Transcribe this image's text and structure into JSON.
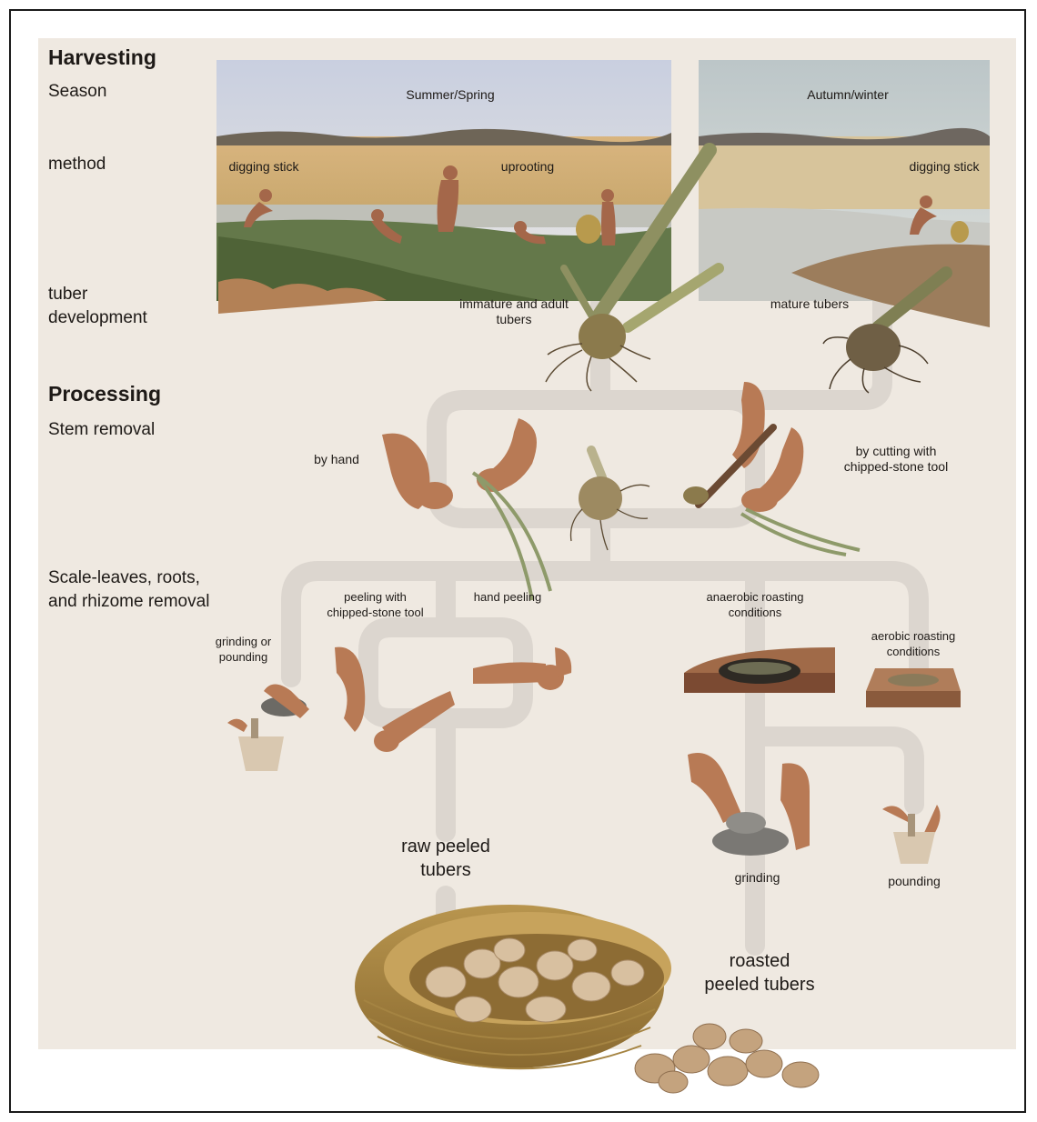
{
  "sections": {
    "harvesting": "Harvesting",
    "processing": "Processing"
  },
  "row_labels": {
    "season": "Season",
    "method": "method",
    "tuber_development": [
      "tuber",
      "development"
    ],
    "stem_removal": "Stem removal",
    "scale_removal": [
      "Scale-leaves, roots,",
      "and rhizome removal"
    ]
  },
  "seasons": {
    "summer_spring": "Summer/Spring",
    "autumn_winter": "Autumn/winter"
  },
  "methods": {
    "digging_stick_left": "digging stick",
    "uprooting": "uprooting",
    "digging_stick_right": "digging stick"
  },
  "tuber_labels": {
    "immature_adult": [
      "immature and adult",
      "tubers"
    ],
    "mature": "mature tubers"
  },
  "stem_removal": {
    "by_hand": "by hand",
    "by_cutting": [
      "by cutting with",
      "chipped-stone tool"
    ]
  },
  "scale_removal": {
    "peeling_tool": [
      "peeling with",
      "chipped-stone tool"
    ],
    "hand_peeling": "hand peeling",
    "anaerobic": [
      "anaerobic roasting",
      "conditions"
    ],
    "aerobic": [
      "aerobic roasting",
      "conditions"
    ],
    "grinding_or_pounding": [
      "grinding or",
      "pounding"
    ]
  },
  "outputs": {
    "raw": [
      "raw peeled",
      "tubers"
    ],
    "grinding": "grinding",
    "pounding": "pounding",
    "roasted": [
      "roasted",
      "peeled tubers"
    ]
  }
}
